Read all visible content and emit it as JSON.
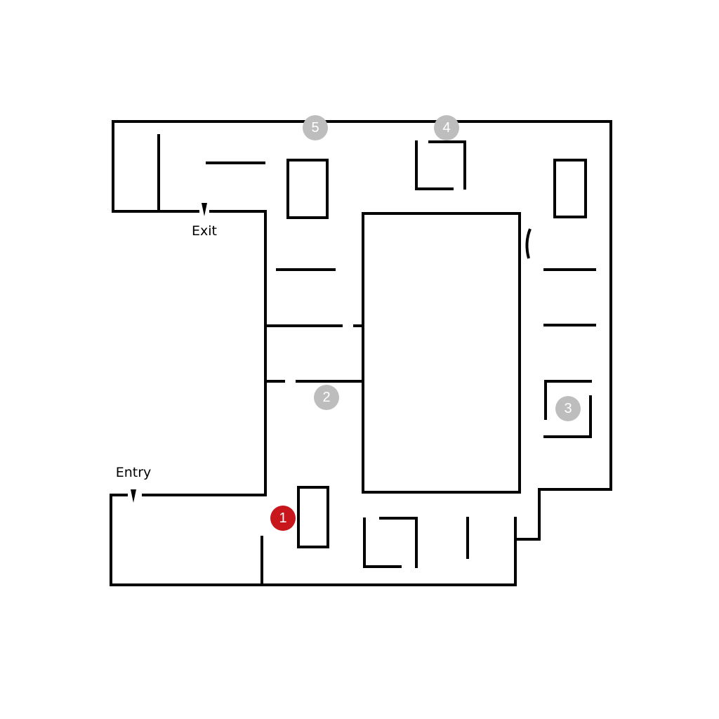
{
  "labels": {
    "exit": "Exit",
    "entry": "Entry"
  },
  "markers": [
    {
      "id": "1",
      "label": "1",
      "state": "current",
      "color": "#c8161d"
    },
    {
      "id": "2",
      "label": "2",
      "state": "pending",
      "color": "#bdbdbd"
    },
    {
      "id": "3",
      "label": "3",
      "state": "pending",
      "color": "#bdbdbd"
    },
    {
      "id": "4",
      "label": "4",
      "state": "pending",
      "color": "#bdbdbd"
    },
    {
      "id": "5",
      "label": "5",
      "state": "pending",
      "color": "#bdbdbd"
    }
  ],
  "colors": {
    "wall": "#000000",
    "background": "#ffffff",
    "marker_text": "#ffffff"
  }
}
